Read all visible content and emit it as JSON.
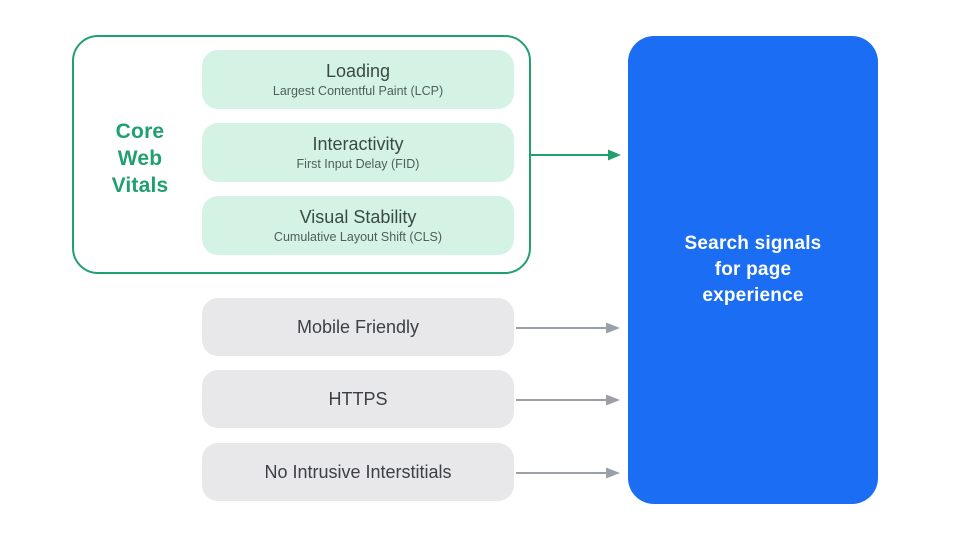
{
  "colors": {
    "green": "#21a06f",
    "green_pill_bg": "#d4f3e5",
    "pill_title_text": "#3a4b44",
    "pill_subtitle_text": "#4e5f58",
    "gray_pill_bg": "#e8e8ea",
    "gray_pill_text": "#3c4043",
    "arrow_gray": "#9aa0a6",
    "result_blue": "#1b6ef3",
    "result_text": "#ffffff"
  },
  "core_web_vitals": {
    "label": "Core\nWeb\nVitals",
    "items": [
      {
        "title": "Loading",
        "subtitle": "Largest Contentful Paint (LCP)"
      },
      {
        "title": "Interactivity",
        "subtitle": "First Input Delay (FID)"
      },
      {
        "title": "Visual Stability",
        "subtitle": "Cumulative Layout Shift (CLS)"
      }
    ]
  },
  "signals": [
    {
      "label": "Mobile Friendly"
    },
    {
      "label": "HTTPS"
    },
    {
      "label": "No Intrusive Interstitials"
    }
  ],
  "result": {
    "label": "Search signals\nfor page\nexperience"
  }
}
